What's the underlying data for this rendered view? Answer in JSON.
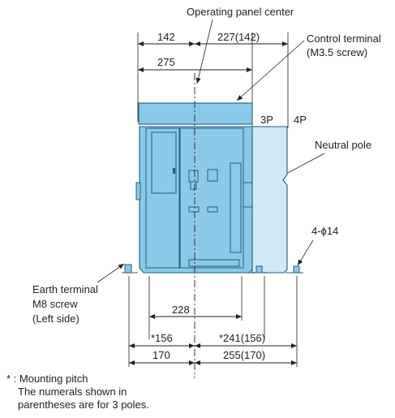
{
  "labels": {
    "operating_panel_center": "Operating panel center",
    "control_terminal_1": "Control terminal",
    "control_terminal_2": "(M3.5 screw)",
    "neutral_pole": "Neutral pole",
    "mounting_holes": "4-ϕ14",
    "earth_terminal_1": "Earth terminal",
    "earth_terminal_2": "M8 screw",
    "earth_terminal_3": "(Left side)",
    "pole_3p": "3P",
    "pole_4p": "4P"
  },
  "dimensions": {
    "top_left": "142",
    "top_right": "227(142)",
    "top_275": "275",
    "bottom_228": "228",
    "bottom_156": "*156",
    "bottom_241": "*241(156)",
    "bottom_170": "170",
    "bottom_255": "255(170)"
  },
  "footnote": {
    "line1": "* : Mounting pitch",
    "line2": "The numerals shown in",
    "line3": "parentheses are for 3 poles."
  },
  "colors": {
    "body": "#8cc9e6",
    "neutral": "#cfe9f7",
    "outline": "#1f5f80"
  }
}
